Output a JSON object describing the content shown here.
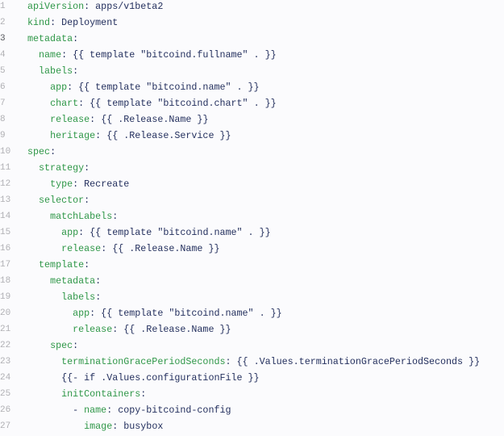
{
  "editor": {
    "language": "yaml",
    "active_line": 3,
    "colors": {
      "background": "#fbfbfd",
      "key": "#2f9748",
      "value": "#24305e",
      "line_number": "#b0b0b4",
      "line_number_active": "#55575c"
    },
    "lines": [
      {
        "n": "1",
        "indent": "",
        "dash": "",
        "key": "apiVersion",
        "rest": ": apps/v1beta2"
      },
      {
        "n": "2",
        "indent": "",
        "dash": "",
        "key": "kind",
        "rest": ": Deployment"
      },
      {
        "n": "3",
        "indent": "",
        "dash": "",
        "key": "metadata",
        "rest": ":"
      },
      {
        "n": "4",
        "indent": "  ",
        "dash": "",
        "key": "name",
        "rest": ": {{ template \"bitcoind.fullname\" . }}"
      },
      {
        "n": "5",
        "indent": "  ",
        "dash": "",
        "key": "labels",
        "rest": ":"
      },
      {
        "n": "6",
        "indent": "    ",
        "dash": "",
        "key": "app",
        "rest": ": {{ template \"bitcoind.name\" . }}"
      },
      {
        "n": "7",
        "indent": "    ",
        "dash": "",
        "key": "chart",
        "rest": ": {{ template \"bitcoind.chart\" . }}"
      },
      {
        "n": "8",
        "indent": "    ",
        "dash": "",
        "key": "release",
        "rest": ": {{ .Release.Name }}"
      },
      {
        "n": "9",
        "indent": "    ",
        "dash": "",
        "key": "heritage",
        "rest": ": {{ .Release.Service }}"
      },
      {
        "n": "10",
        "indent": "",
        "dash": "",
        "key": "spec",
        "rest": ":"
      },
      {
        "n": "11",
        "indent": "  ",
        "dash": "",
        "key": "strategy",
        "rest": ":"
      },
      {
        "n": "12",
        "indent": "    ",
        "dash": "",
        "key": "type",
        "rest": ": Recreate"
      },
      {
        "n": "13",
        "indent": "  ",
        "dash": "",
        "key": "selector",
        "rest": ":"
      },
      {
        "n": "14",
        "indent": "    ",
        "dash": "",
        "key": "matchLabels",
        "rest": ":"
      },
      {
        "n": "15",
        "indent": "      ",
        "dash": "",
        "key": "app",
        "rest": ": {{ template \"bitcoind.name\" . }}"
      },
      {
        "n": "16",
        "indent": "      ",
        "dash": "",
        "key": "release",
        "rest": ": {{ .Release.Name }}"
      },
      {
        "n": "17",
        "indent": "  ",
        "dash": "",
        "key": "template",
        "rest": ":"
      },
      {
        "n": "18",
        "indent": "    ",
        "dash": "",
        "key": "metadata",
        "rest": ":"
      },
      {
        "n": "19",
        "indent": "      ",
        "dash": "",
        "key": "labels",
        "rest": ":"
      },
      {
        "n": "20",
        "indent": "        ",
        "dash": "",
        "key": "app",
        "rest": ": {{ template \"bitcoind.name\" . }}"
      },
      {
        "n": "21",
        "indent": "        ",
        "dash": "",
        "key": "release",
        "rest": ": {{ .Release.Name }}"
      },
      {
        "n": "22",
        "indent": "    ",
        "dash": "",
        "key": "spec",
        "rest": ":"
      },
      {
        "n": "23",
        "indent": "      ",
        "dash": "",
        "key": "terminationGracePeriodSeconds",
        "rest": ": {{ .Values.terminationGracePeriodSeconds }}"
      },
      {
        "n": "24",
        "indent": "      ",
        "dash": "",
        "key": "",
        "rest": "{{- if .Values.configurationFile }}"
      },
      {
        "n": "25",
        "indent": "      ",
        "dash": "",
        "key": "initContainers",
        "rest": ":"
      },
      {
        "n": "26",
        "indent": "        ",
        "dash": "- ",
        "key": "name",
        "rest": ": copy-bitcoind-config"
      },
      {
        "n": "27",
        "indent": "          ",
        "dash": "",
        "key": "image",
        "rest": ": busybox"
      }
    ]
  }
}
